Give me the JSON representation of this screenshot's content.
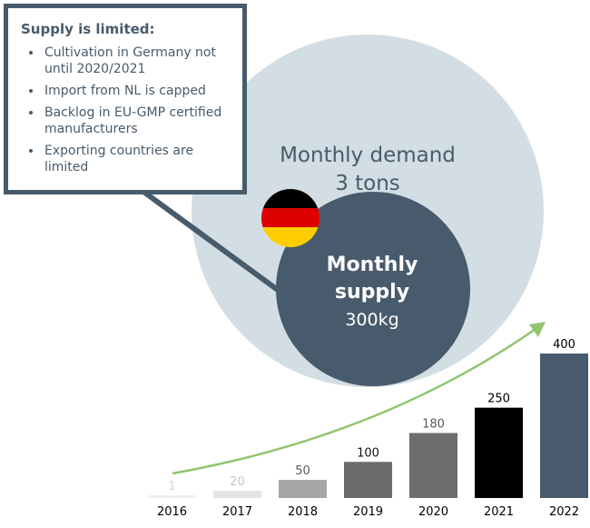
{
  "callout": {
    "title": "Supply is limited:",
    "bullets": [
      "Cultivation in Germany not until 2020/2021",
      "Import from NL is capped",
      "Backlog in EU-GMP certified manufacturers",
      "Exporting countries are limited"
    ]
  },
  "demand": {
    "line1": "Monthly demand",
    "line2": "3 tons"
  },
  "supply": {
    "line1": "Monthly",
    "line2": "supply",
    "line3": "300kg"
  },
  "flag": {
    "icon": "germany-flag-icon",
    "colors": [
      "#000000",
      "#dd0000",
      "#ffce00"
    ]
  },
  "colors": {
    "dark": "#475b6c",
    "light_circle": "#d3dde4",
    "trend_arrow": "#92c46f"
  },
  "chart_data": {
    "type": "bar",
    "categories": [
      "2016",
      "2017",
      "2018",
      "2019",
      "2020",
      "2021",
      "2022"
    ],
    "values": [
      1,
      20,
      50,
      100,
      180,
      250,
      400
    ],
    "bar_colors": [
      "#efefef",
      "#e4e4e4",
      "#a6a6a6",
      "#6b6b6b",
      "#6e6e6e",
      "#000000",
      "#475b6c"
    ],
    "label_colors": [
      "#d6d6d6",
      "#c6c6c6",
      "#595959",
      "#111111",
      "#595959",
      "#000000",
      "#000000"
    ],
    "trend_arrow": true
  }
}
